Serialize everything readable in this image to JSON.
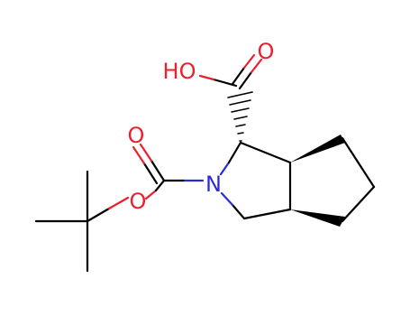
{
  "molecule": {
    "atoms": {
      "hydroxyl": "HO",
      "carbonyl_oxygen_acid": "O",
      "carbonyl_oxygen_boc": "O",
      "ester_oxygen": "O",
      "nitrogen": "N"
    },
    "colors": {
      "oxygen": "#e8212e",
      "nitrogen": "#2a2cd6",
      "carbon": "#000000",
      "background": "#ffffff"
    }
  }
}
